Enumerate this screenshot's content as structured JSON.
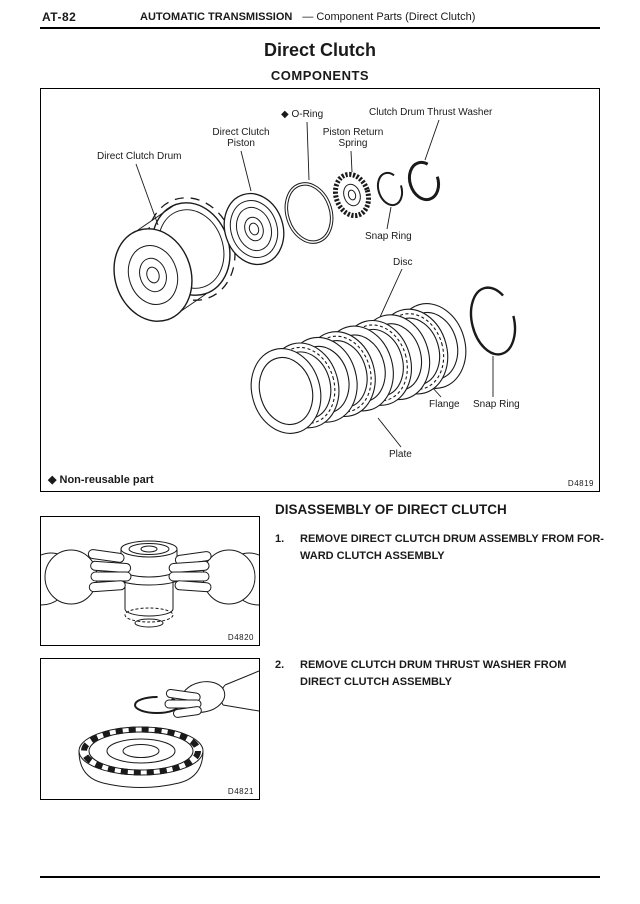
{
  "header": {
    "page_number": "AT-82",
    "section": "AUTOMATIC TRANSMISSION",
    "subsection": "—  Component Parts (Direct Clutch)"
  },
  "title": "Direct Clutch",
  "components": {
    "heading": "COMPONENTS",
    "figure_id": "D4819",
    "note": "◆  Non-reusable part",
    "labels": {
      "o_ring": "◆ O-Ring",
      "thrust_washer": "Clutch Drum Thrust Washer",
      "piston_line1": "Direct Clutch",
      "piston_line2": "Piston",
      "spring_line1": "Piston Return",
      "spring_line2": "Spring",
      "drum": "Direct Clutch Drum",
      "snap_ring_top": "Snap Ring",
      "disc": "Disc",
      "flange": "Flange",
      "snap_ring_bottom": "Snap Ring",
      "plate": "Plate"
    }
  },
  "disassembly": {
    "heading": "DISASSEMBLY OF DIRECT CLUTCH",
    "steps": [
      {
        "number": "1.",
        "lines": [
          "REMOVE DIRECT CLUTCH DRUM ASSEMBLY FROM FOR-",
          "WARD CLUTCH ASSEMBLY"
        ]
      },
      {
        "number": "2.",
        "lines": [
          "REMOVE CLUTCH DRUM THRUST WASHER FROM",
          "DIRECT CLUTCH ASSEMBLY"
        ]
      }
    ],
    "figures": [
      {
        "id": "D4820"
      },
      {
        "id": "D4821"
      }
    ]
  }
}
